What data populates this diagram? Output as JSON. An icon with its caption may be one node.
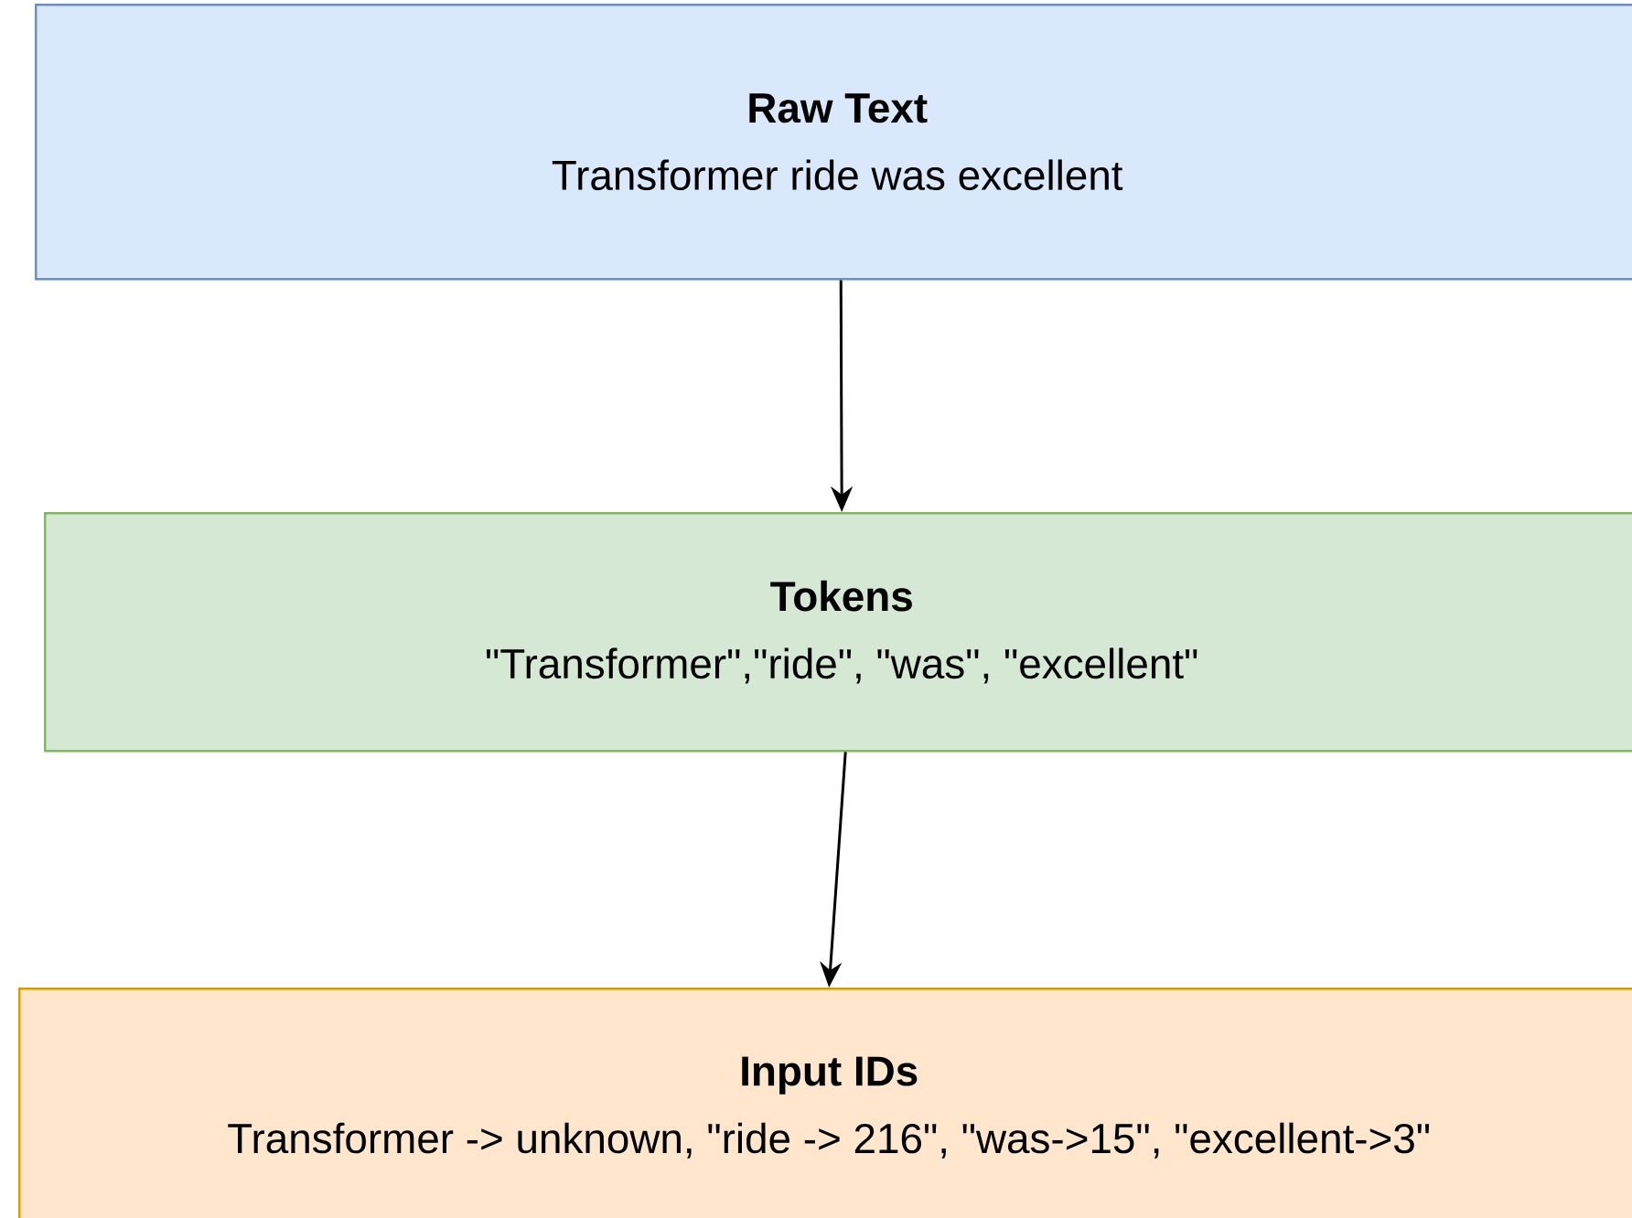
{
  "diagram": {
    "nodes": [
      {
        "text": [
          "Raw Text",
          "Transformer ride was excellent"
        ]
      },
      {
        "text": [
          "Tokens",
          "\"Transformer\",\"ride\", \"was\", \"excellent\""
        ]
      },
      {
        "text": [
          "Input IDs",
          "Transformer -> unknown, \"ride -> 216\", \"was->15\", \"excellent->3\""
        ]
      }
    ],
    "edges": [
      {
        "from": 0,
        "to": 1,
        "arrow": "to"
      },
      {
        "from": 1,
        "to": 2,
        "arrow": "to"
      }
    ]
  }
}
